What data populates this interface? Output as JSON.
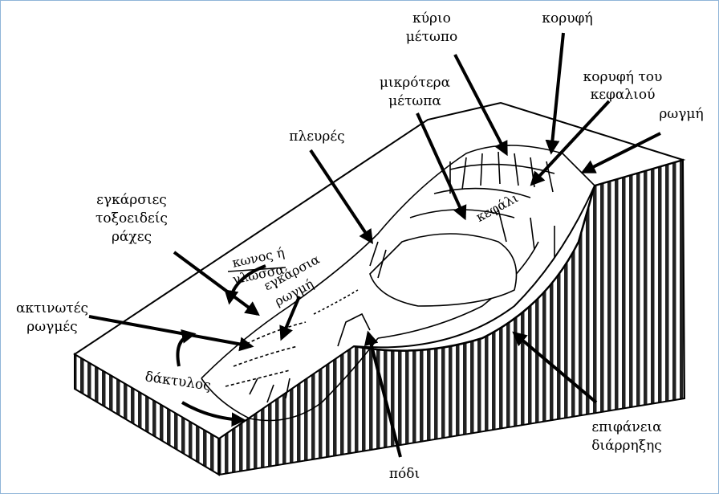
{
  "diagram": {
    "labels": {
      "main_scarp": [
        "κύριο",
        "μέτωπο"
      ],
      "crown": "κορυφή",
      "top_of_head": [
        "κορυφή του",
        "κεφαλιού"
      ],
      "crack": "ρωγμή",
      "minor_scarps": [
        "μικρότερα",
        "μέτωπα"
      ],
      "flanks": "πλευρές",
      "transverse_ridges": [
        "εγκάρσιες",
        "τοξοειδείς",
        "ράχες"
      ],
      "cone_or_tongue": [
        "κωνος ή",
        "γλώσσα"
      ],
      "transverse_crack": [
        "εγκάρσια",
        "ρωγμή"
      ],
      "radial_cracks": [
        "ακτινωτές",
        "ρωγμές"
      ],
      "toe": "δάκτυλος",
      "head": "κεφάλι",
      "rupture_surface": [
        "επιφάνεια",
        "διάρρηξης"
      ],
      "foot": "πόδι"
    }
  }
}
